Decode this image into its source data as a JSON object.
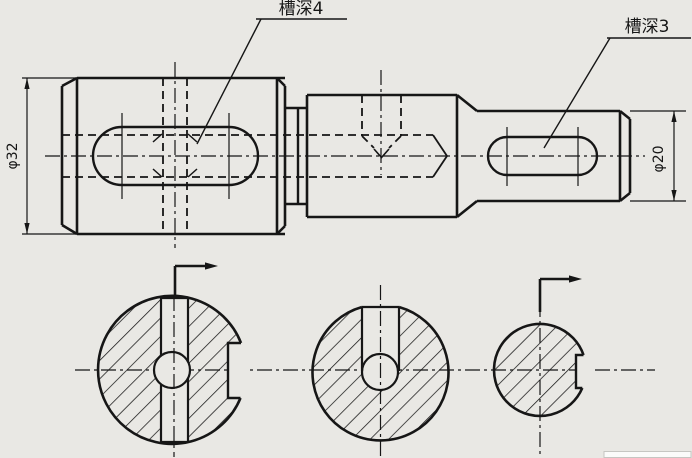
{
  "drawing": {
    "kind": "shaft-engineering-drawing",
    "labels": {
      "groove_depth_4": "槽深4",
      "groove_depth_3": "槽深3",
      "dia_32": "φ32",
      "dia_20": "φ20"
    },
    "values": {
      "left_section_diameter_mm": 32,
      "right_section_diameter_mm": 20,
      "left_keyway_groove_depth_mm": 4,
      "right_keyway_groove_depth_mm": 3
    },
    "colors": {
      "background": "#e9e8e4",
      "line": "#161616"
    }
  }
}
